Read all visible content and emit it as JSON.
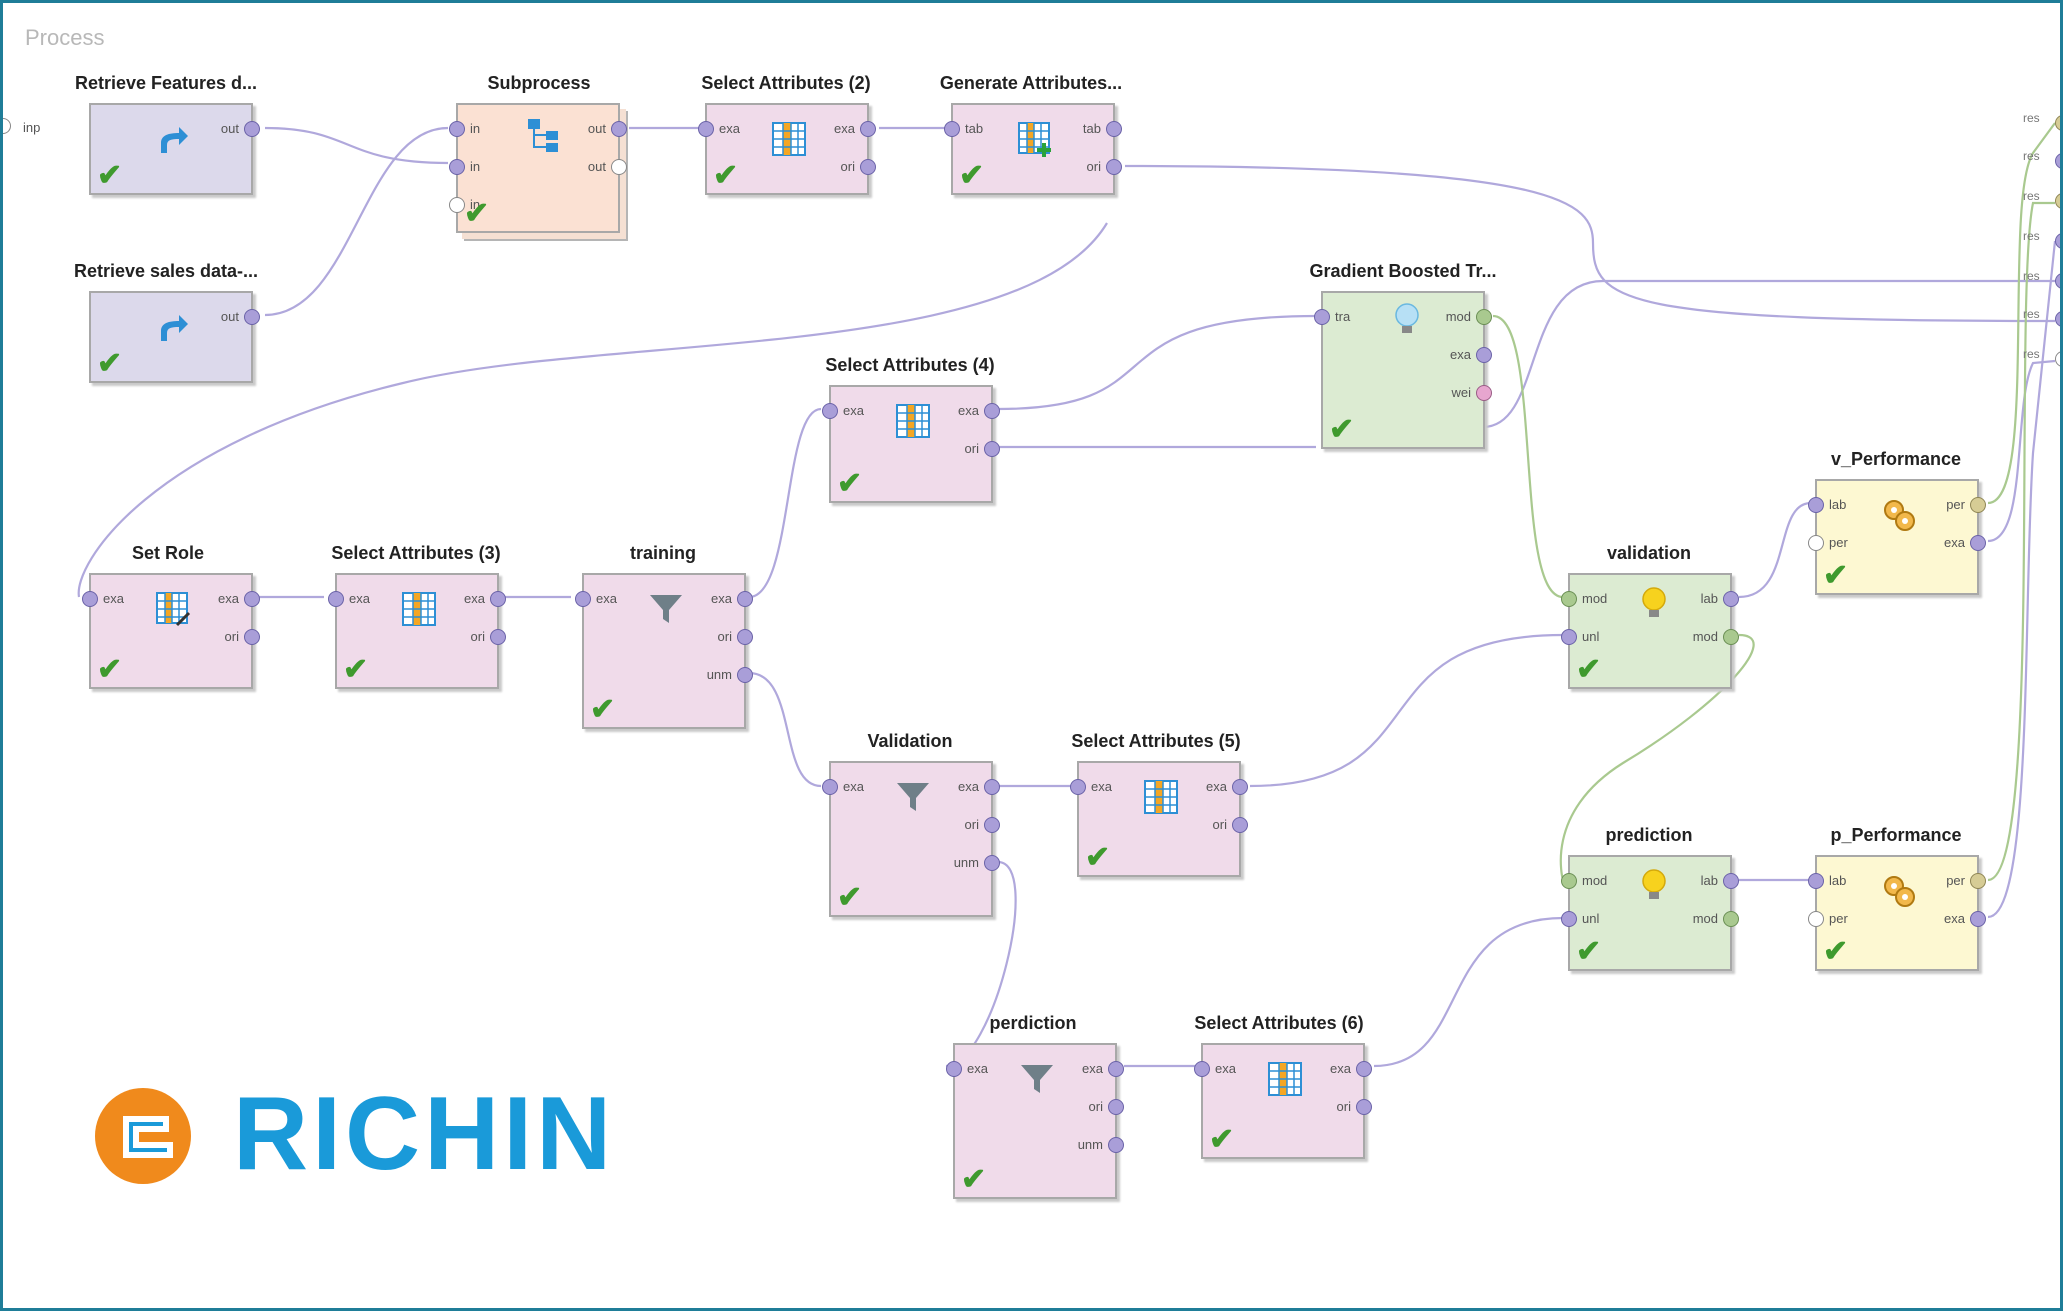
{
  "process_label": "Process",
  "input_port_label": "inp",
  "result_port_label": "res",
  "logo_text": "RICHIN",
  "colors": {
    "frame": "#1f7d98",
    "link": "#a99ed8",
    "model_link": "#a9c98f",
    "logo_blue": "#1a9ad9",
    "logo_orange": "#f08a1c"
  },
  "operators": {
    "retrieve_features": {
      "title": "Retrieve Features d...",
      "icon": "retrieve-icon",
      "ports_out": [
        "out"
      ]
    },
    "retrieve_sales": {
      "title": "Retrieve sales data-...",
      "icon": "retrieve-icon",
      "ports_out": [
        "out"
      ]
    },
    "subprocess": {
      "title": "Subprocess",
      "icon": "subprocess-icon",
      "ports_in": [
        "in",
        "in",
        "in"
      ],
      "ports_out": [
        "out",
        "out"
      ]
    },
    "select_attributes_2": {
      "title": "Select Attributes (2)",
      "icon": "select-attributes-icon",
      "ports_in": [
        "exa"
      ],
      "ports_out": [
        "exa",
        "ori"
      ]
    },
    "generate_attributes": {
      "title": "Generate Attributes...",
      "icon": "generate-attributes-icon",
      "ports_in": [
        "tab"
      ],
      "ports_out": [
        "tab",
        "ori"
      ]
    },
    "gradient_boosted": {
      "title": "Gradient Boosted Tr...",
      "icon": "model-bulb-icon",
      "ports_in": [
        "tra"
      ],
      "ports_out": [
        "mod",
        "exa",
        "wei"
      ]
    },
    "select_attributes_4": {
      "title": "Select Attributes (4)",
      "icon": "select-attributes-icon",
      "ports_in": [
        "exa"
      ],
      "ports_out": [
        "exa",
        "ori"
      ]
    },
    "set_role": {
      "title": "Set Role",
      "icon": "set-role-icon",
      "ports_in": [
        "exa"
      ],
      "ports_out": [
        "exa",
        "ori"
      ]
    },
    "select_attributes_3": {
      "title": "Select Attributes (3)",
      "icon": "select-attributes-icon",
      "ports_in": [
        "exa"
      ],
      "ports_out": [
        "exa",
        "ori"
      ]
    },
    "training": {
      "title": "training",
      "icon": "filter-icon",
      "ports_in": [
        "exa"
      ],
      "ports_out": [
        "exa",
        "ori",
        "unm"
      ]
    },
    "validation_filter": {
      "title": "Validation",
      "icon": "filter-icon",
      "ports_in": [
        "exa"
      ],
      "ports_out": [
        "exa",
        "ori",
        "unm"
      ]
    },
    "select_attributes_5": {
      "title": "Select Attributes (5)",
      "icon": "select-attributes-icon",
      "ports_in": [
        "exa"
      ],
      "ports_out": [
        "exa",
        "ori"
      ]
    },
    "validation_apply": {
      "title": "validation",
      "icon": "apply-model-icon",
      "ports_in": [
        "mod",
        "unl"
      ],
      "ports_out": [
        "lab",
        "mod"
      ]
    },
    "v_performance": {
      "title": "v_Performance",
      "icon": "performance-icon",
      "ports_in": [
        "lab",
        "per"
      ],
      "ports_out": [
        "per",
        "exa"
      ]
    },
    "prediction_apply": {
      "title": "prediction",
      "icon": "apply-model-icon",
      "ports_in": [
        "mod",
        "unl"
      ],
      "ports_out": [
        "lab",
        "mod"
      ]
    },
    "p_performance": {
      "title": "p_Performance",
      "icon": "performance-icon",
      "ports_in": [
        "lab",
        "per"
      ],
      "ports_out": [
        "per",
        "exa"
      ]
    },
    "perdiction_filter": {
      "title": "perdiction",
      "icon": "filter-icon",
      "ports_in": [
        "exa"
      ],
      "ports_out": [
        "exa",
        "ori",
        "unm"
      ]
    },
    "select_attributes_6": {
      "title": "Select Attributes (6)",
      "icon": "select-attributes-icon",
      "ports_in": [
        "exa"
      ],
      "ports_out": [
        "exa",
        "ori"
      ]
    }
  }
}
